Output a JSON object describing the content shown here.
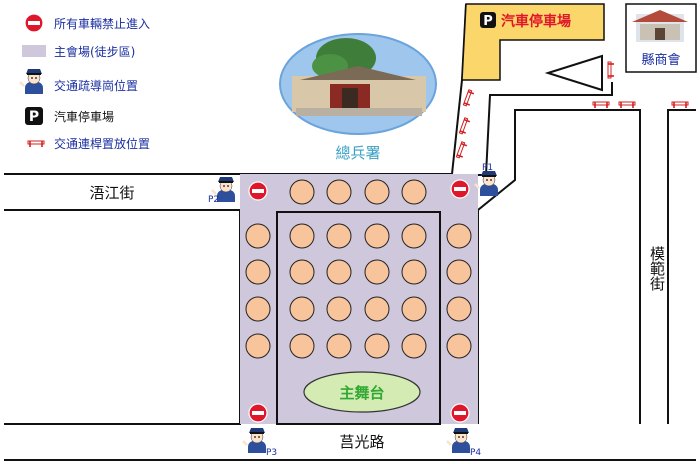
{
  "legend": {
    "no_entry": "所有車輛禁止進入",
    "main_venue": "主會場(徒步區)",
    "traffic_post": "交通疏導崗位置",
    "parking": "汽車停車場",
    "cone_position": "交通連桿置放位置"
  },
  "places": {
    "parking_lot": "汽車停車場",
    "county_council": "縣商會",
    "army_office": "總兵署",
    "main_stage": "主舞台"
  },
  "streets": {
    "west": "浯江街",
    "east": "模範街",
    "south": "莒光路"
  },
  "posts": [
    "P1",
    "P2",
    "P3",
    "P4"
  ],
  "colors": {
    "venue_fill": "#cfc7dc",
    "table_fill": "#f8c49c",
    "parking_fill": "#fbd66a",
    "stage_fill": "#d4ebb4",
    "stage_text": "#31a832",
    "army_text": "#3aa0c4",
    "legend_text": "#1a2fa0",
    "no_entry_red": "#e0162b"
  },
  "icons": {
    "no_entry": "no-entry-icon",
    "traffic_post": "police-officer-icon",
    "parking": "parking-p-icon",
    "cone": "traffic-barrier-icon"
  }
}
